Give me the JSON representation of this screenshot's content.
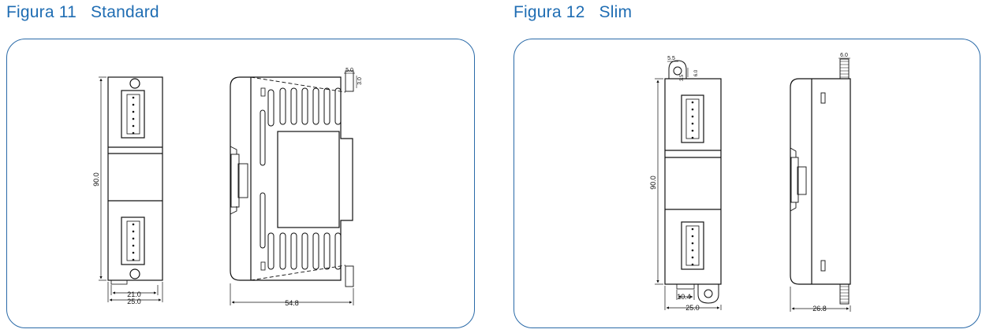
{
  "figures": {
    "standard": {
      "number": "Figura 11",
      "name": "Standard",
      "dims": {
        "w_small": "21.0",
        "w_outer": "25.0",
        "height": "90.0",
        "depth": "54.8",
        "top_a": "5.0",
        "top_b": "3.0"
      }
    },
    "slim": {
      "number": "Figura 12",
      "name": "Slim",
      "dims": {
        "top_a": "5.5",
        "top_b": "3.5",
        "top_c": "6.0",
        "top_d": "6.0",
        "height": "90.0",
        "w_small": "10.4",
        "w_outer": "25.0",
        "depth": "26.8"
      }
    }
  },
  "colors": {
    "title": "#1f6db3",
    "border": "#2a6aa8",
    "line": "#111111"
  }
}
